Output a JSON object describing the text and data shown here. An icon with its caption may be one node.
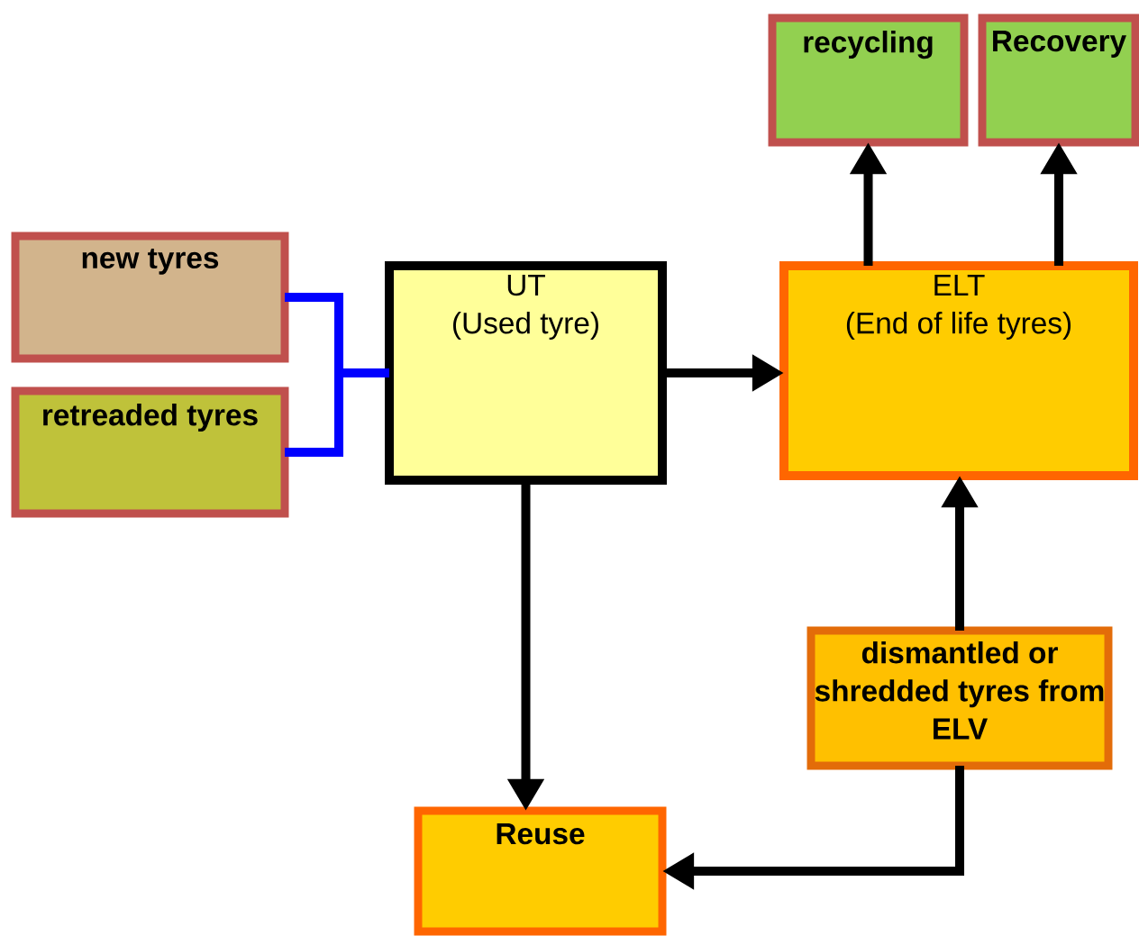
{
  "diagram": {
    "nodes": [
      {
        "text": [
          "new tyres"
        ]
      },
      {
        "text": [
          "retreaded tyres"
        ]
      },
      {
        "text": [
          "UT",
          "(Used tyre)"
        ]
      },
      {
        "text": [
          "ELT",
          "(End of life tyres)"
        ]
      },
      {
        "text": [
          "recycling"
        ]
      },
      {
        "text": [
          "Recovery"
        ]
      },
      {
        "text": [
          "dismantled or shredded tyres from ELV"
        ]
      },
      {
        "text": [
          "Reuse"
        ]
      }
    ],
    "edges": [
      {
        "from": 0,
        "to": 2,
        "arrow": "none",
        "color": "#0000ff"
      },
      {
        "from": 1,
        "to": 2,
        "arrow": "none",
        "color": "#0000ff"
      },
      {
        "from": 2,
        "to": 3,
        "arrow": "to"
      },
      {
        "from": 3,
        "to": 4,
        "arrow": "to"
      },
      {
        "from": 3,
        "to": 5,
        "arrow": "to"
      },
      {
        "from": 2,
        "to": 7,
        "arrow": "to"
      },
      {
        "from": 6,
        "to": 3,
        "arrow": "to"
      },
      {
        "from": 6,
        "to": 7,
        "arrow": "to"
      }
    ]
  }
}
